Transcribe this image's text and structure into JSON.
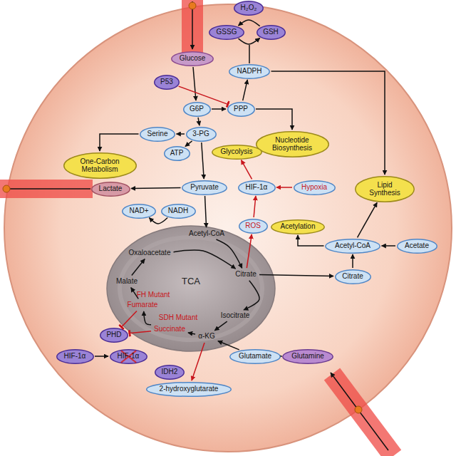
{
  "diagram": {
    "nodes": [
      {
        "text": [
          "H₂O₂"
        ]
      },
      {
        "text": [
          "GSSG"
        ]
      },
      {
        "text": [
          "GSH"
        ]
      },
      {
        "text": [
          "Glucose"
        ]
      },
      {
        "text": [
          "NADPH"
        ]
      },
      {
        "text": [
          "P53"
        ]
      },
      {
        "text": [
          "G6P"
        ]
      },
      {
        "text": [
          "PPP"
        ]
      },
      {
        "text": [
          "Nucleotide Biosynthesis"
        ]
      },
      {
        "text": [
          "Serine"
        ]
      },
      {
        "text": [
          "3-PG"
        ]
      },
      {
        "text": [
          "One-Carbon Metabolism"
        ]
      },
      {
        "text": [
          "ATP"
        ]
      },
      {
        "text": [
          "Glycolysis"
        ]
      },
      {
        "text": [
          "Lactate"
        ]
      },
      {
        "text": [
          "Pyruvate"
        ]
      },
      {
        "text": [
          "HIF-1α"
        ]
      },
      {
        "text": [
          "Hypoxia"
        ]
      },
      {
        "text": [
          "Lipid Synthesis"
        ]
      },
      {
        "text": [
          "NAD+"
        ]
      },
      {
        "text": [
          "NADH"
        ]
      },
      {
        "text": [
          "ROS"
        ]
      },
      {
        "text": [
          "Acetylation"
        ]
      },
      {
        "text": [
          "Acetyl-CoA"
        ]
      },
      {
        "text": [
          "Acetate"
        ]
      },
      {
        "text": [
          "Acetyl-CoA"
        ]
      },
      {
        "text": [
          "Oxaloacetate"
        ]
      },
      {
        "text": [
          "Citrate"
        ]
      },
      {
        "text": [
          "TCA"
        ]
      },
      {
        "text": [
          "Citrate"
        ]
      },
      {
        "text": [
          "Malate"
        ]
      },
      {
        "text": [
          "FH Mutant"
        ]
      },
      {
        "text": [
          "Fumarate"
        ]
      },
      {
        "text": [
          "SDH Mutant"
        ]
      },
      {
        "text": [
          "Isocitrate"
        ]
      },
      {
        "text": [
          "Succinate"
        ]
      },
      {
        "text": [
          "α-KG"
        ]
      },
      {
        "text": [
          "Glutamate"
        ]
      },
      {
        "text": [
          "Glutamine"
        ]
      },
      {
        "text": [
          "PHD"
        ]
      },
      {
        "text": [
          "IDH2"
        ]
      },
      {
        "text": [
          "HIF-1α"
        ]
      },
      {
        "text": [
          "HIF-1α"
        ]
      },
      {
        "text": [
          "2-hydroxyglutarate"
        ]
      }
    ],
    "edges": [
      {
        "from": 3,
        "to": 6,
        "arrow": "to"
      },
      {
        "from": 6,
        "to": 7,
        "arrow": "to"
      },
      {
        "from": 6,
        "to": 10,
        "arrow": "to"
      },
      {
        "from": 7,
        "to": 4,
        "arrow": "to"
      },
      {
        "from": 7,
        "to": 8,
        "arrow": "to"
      },
      {
        "from": 5,
        "to": 7,
        "arrow": "to"
      },
      {
        "from": 2,
        "to": 1,
        "arrow": "to"
      },
      {
        "from": 1,
        "to": 2,
        "arrow": "to"
      },
      {
        "from": 10,
        "to": 9,
        "arrow": "to"
      },
      {
        "from": 9,
        "to": 11,
        "arrow": "to"
      },
      {
        "from": 10,
        "to": 12,
        "arrow": "to"
      },
      {
        "from": 10,
        "to": 15,
        "arrow": "to"
      },
      {
        "from": 15,
        "to": 14,
        "arrow": "to"
      },
      {
        "from": 20,
        "to": 19,
        "arrow": "to"
      },
      {
        "from": 15,
        "to": 25,
        "arrow": "to"
      },
      {
        "from": 25,
        "to": 27,
        "arrow": "to"
      },
      {
        "from": 26,
        "to": 27,
        "arrow": "to"
      },
      {
        "from": 27,
        "to": 34,
        "arrow": "to"
      },
      {
        "from": 34,
        "to": 36,
        "arrow": "to"
      },
      {
        "from": 36,
        "to": 35,
        "arrow": "to"
      },
      {
        "from": 35,
        "to": 32,
        "arrow": "to"
      },
      {
        "from": 32,
        "to": 30,
        "arrow": "to"
      },
      {
        "from": 30,
        "to": 26,
        "arrow": "to"
      },
      {
        "from": 27,
        "to": 29,
        "arrow": "to"
      },
      {
        "from": 29,
        "to": 23,
        "arrow": "to"
      },
      {
        "from": 24,
        "to": 23,
        "arrow": "to"
      },
      {
        "from": 23,
        "to": 22,
        "arrow": "to"
      },
      {
        "from": 23,
        "to": 18,
        "arrow": "to"
      },
      {
        "from": 27,
        "to": 21,
        "arrow": "to"
      },
      {
        "from": 21,
        "to": 16,
        "arrow": "to"
      },
      {
        "from": 17,
        "to": 16,
        "arrow": "to"
      },
      {
        "from": 16,
        "to": 13,
        "arrow": "to"
      },
      {
        "from": 38,
        "to": 37,
        "arrow": "to"
      },
      {
        "from": 37,
        "to": 36,
        "arrow": "to"
      },
      {
        "from": 36,
        "to": 43,
        "arrow": "to"
      },
      {
        "from": 32,
        "to": 39,
        "arrow": "to"
      },
      {
        "from": 35,
        "to": 39,
        "arrow": "to"
      },
      {
        "from": 41,
        "to": 42,
        "arrow": "to"
      },
      {
        "from": 4,
        "to": 18,
        "arrow": "to"
      }
    ]
  }
}
